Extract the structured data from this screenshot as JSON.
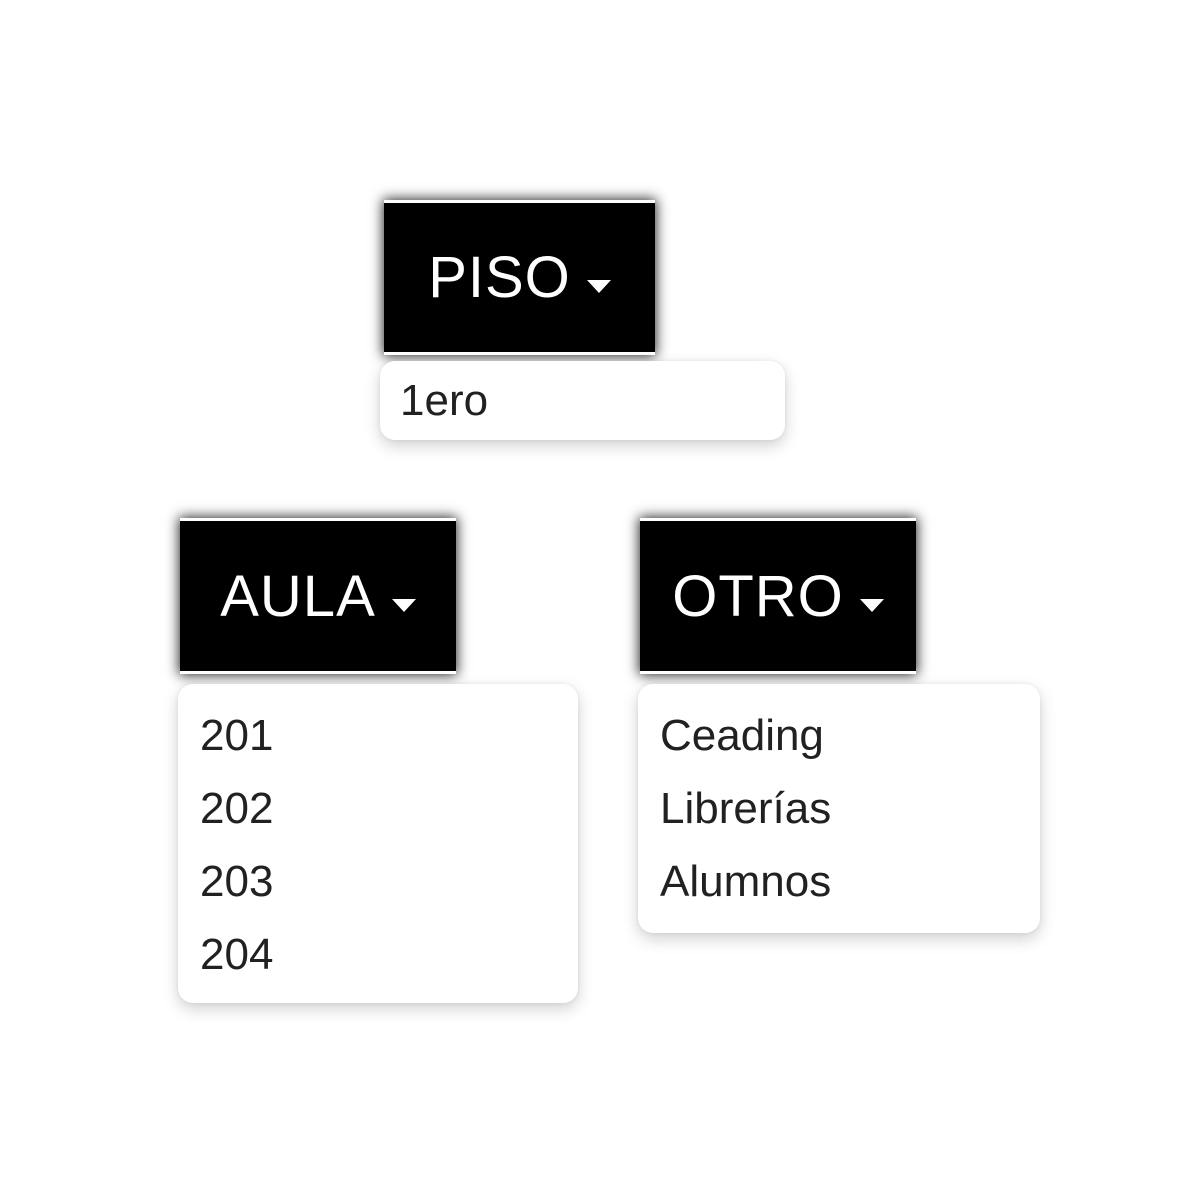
{
  "canvas": {
    "background": "#ffffff"
  },
  "colors": {
    "button_bg": "#000000",
    "button_text": "#ffffff",
    "button_border_lines": "#ffffff",
    "panel_bg": "#ffffff",
    "item_text": "#212121"
  },
  "dropdowns": [
    {
      "id": "piso",
      "label": "PISO",
      "caret_icon": "caret-down-icon",
      "items": [
        "1ero"
      ]
    },
    {
      "id": "aula",
      "label": "AULA",
      "caret_icon": "caret-down-icon",
      "items": [
        "201",
        "202",
        "203",
        "204"
      ]
    },
    {
      "id": "otro",
      "label": "OTRO",
      "caret_icon": "caret-down-icon",
      "items": [
        "Ceading",
        "Librerías",
        "Alumnos"
      ]
    }
  ]
}
